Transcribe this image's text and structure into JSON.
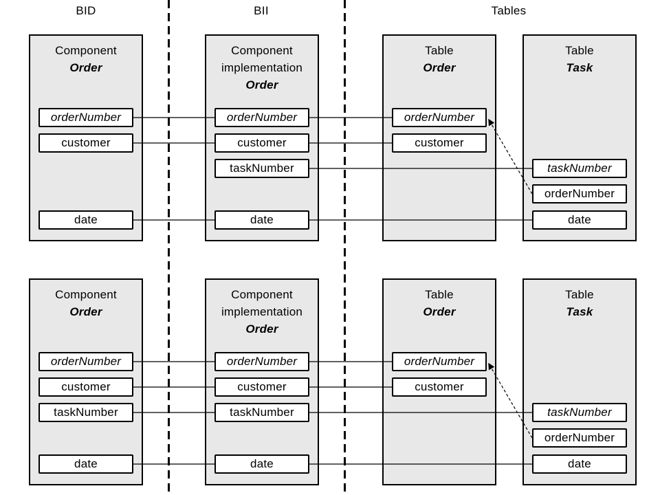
{
  "headers": [
    {
      "id": "bid",
      "label": "BID"
    },
    {
      "id": "bii",
      "label": "BII"
    },
    {
      "id": "tables",
      "label": "Tables"
    }
  ],
  "colors": {
    "box_fill": "#e8e8e8",
    "border": "#000000",
    "line": "#000000"
  },
  "diagrams": [
    {
      "id": "top",
      "boxes": [
        {
          "id": "component-order",
          "title_lines": [
            "Component"
          ],
          "name": "Order",
          "fields": [
            {
              "id": "orderNumber",
              "label": "orderNumber",
              "italic": true,
              "row": 0
            },
            {
              "id": "customer",
              "label": "customer",
              "italic": false,
              "row": 1
            },
            {
              "id": "date",
              "label": "date",
              "italic": false,
              "row": 4
            }
          ]
        },
        {
          "id": "component-impl-order",
          "title_lines": [
            "Component",
            "implementation"
          ],
          "name": "Order",
          "fields": [
            {
              "id": "orderNumber",
              "label": "orderNumber",
              "italic": true,
              "row": 0
            },
            {
              "id": "customer",
              "label": "customer",
              "italic": false,
              "row": 1
            },
            {
              "id": "taskNumber",
              "label": "taskNumber",
              "italic": false,
              "row": 2
            },
            {
              "id": "date",
              "label": "date",
              "italic": false,
              "row": 4
            }
          ]
        },
        {
          "id": "table-order",
          "title_lines": [
            "Table"
          ],
          "name": "Order",
          "fields": [
            {
              "id": "orderNumber",
              "label": "orderNumber",
              "italic": true,
              "row": 0
            },
            {
              "id": "customer",
              "label": "customer",
              "italic": false,
              "row": 1
            }
          ]
        },
        {
          "id": "table-task",
          "title_lines": [
            "Table"
          ],
          "name": "Task",
          "fields": [
            {
              "id": "taskNumber",
              "label": "taskNumber",
              "italic": true,
              "row": 2
            },
            {
              "id": "orderNumber",
              "label": "orderNumber",
              "italic": false,
              "row": 3
            },
            {
              "id": "date",
              "label": "date",
              "italic": false,
              "row": 4
            }
          ]
        }
      ],
      "connections": [
        {
          "from": "component-order.orderNumber",
          "to": "component-impl-order.orderNumber",
          "type": "line"
        },
        {
          "from": "component-impl-order.orderNumber",
          "to": "table-order.orderNumber",
          "type": "line"
        },
        {
          "from": "component-order.customer",
          "to": "component-impl-order.customer",
          "type": "line"
        },
        {
          "from": "component-impl-order.customer",
          "to": "table-order.customer",
          "type": "line"
        },
        {
          "from": "component-impl-order.taskNumber",
          "to": "table-task.taskNumber",
          "type": "line"
        },
        {
          "from": "component-order.date",
          "to": "component-impl-order.date",
          "type": "line"
        },
        {
          "from": "component-impl-order.date",
          "to": "table-task.date",
          "type": "line"
        },
        {
          "from": "table-task.orderNumber",
          "to": "table-order.orderNumber",
          "type": "dashed-arrow"
        }
      ]
    },
    {
      "id": "bottom",
      "boxes": [
        {
          "id": "component-order",
          "title_lines": [
            "Component"
          ],
          "name": "Order",
          "fields": [
            {
              "id": "orderNumber",
              "label": "orderNumber",
              "italic": true,
              "row": 0
            },
            {
              "id": "customer",
              "label": "customer",
              "italic": false,
              "row": 1
            },
            {
              "id": "taskNumber",
              "label": "taskNumber",
              "italic": false,
              "row": 2
            },
            {
              "id": "date",
              "label": "date",
              "italic": false,
              "row": 4
            }
          ]
        },
        {
          "id": "component-impl-order",
          "title_lines": [
            "Component",
            "implementation"
          ],
          "name": "Order",
          "fields": [
            {
              "id": "orderNumber",
              "label": "orderNumber",
              "italic": true,
              "row": 0
            },
            {
              "id": "customer",
              "label": "customer",
              "italic": false,
              "row": 1
            },
            {
              "id": "taskNumber",
              "label": "taskNumber",
              "italic": false,
              "row": 2
            },
            {
              "id": "date",
              "label": "date",
              "italic": false,
              "row": 4
            }
          ]
        },
        {
          "id": "table-order",
          "title_lines": [
            "Table"
          ],
          "name": "Order",
          "fields": [
            {
              "id": "orderNumber",
              "label": "orderNumber",
              "italic": true,
              "row": 0
            },
            {
              "id": "customer",
              "label": "customer",
              "italic": false,
              "row": 1
            }
          ]
        },
        {
          "id": "table-task",
          "title_lines": [
            "Table"
          ],
          "name": "Task",
          "fields": [
            {
              "id": "taskNumber",
              "label": "taskNumber",
              "italic": true,
              "row": 2
            },
            {
              "id": "orderNumber",
              "label": "orderNumber",
              "italic": false,
              "row": 3
            },
            {
              "id": "date",
              "label": "date",
              "italic": false,
              "row": 4
            }
          ]
        }
      ],
      "connections": [
        {
          "from": "component-order.orderNumber",
          "to": "component-impl-order.orderNumber",
          "type": "line"
        },
        {
          "from": "component-impl-order.orderNumber",
          "to": "table-order.orderNumber",
          "type": "line"
        },
        {
          "from": "component-order.customer",
          "to": "component-impl-order.customer",
          "type": "line"
        },
        {
          "from": "component-impl-order.customer",
          "to": "table-order.customer",
          "type": "line"
        },
        {
          "from": "component-order.taskNumber",
          "to": "component-impl-order.taskNumber",
          "type": "line"
        },
        {
          "from": "component-impl-order.taskNumber",
          "to": "table-task.taskNumber",
          "type": "line"
        },
        {
          "from": "component-order.date",
          "to": "component-impl-order.date",
          "type": "line"
        },
        {
          "from": "component-impl-order.date",
          "to": "table-task.date",
          "type": "line"
        },
        {
          "from": "table-task.orderNumber",
          "to": "table-order.orderNumber",
          "type": "dashed-arrow"
        }
      ]
    }
  ]
}
